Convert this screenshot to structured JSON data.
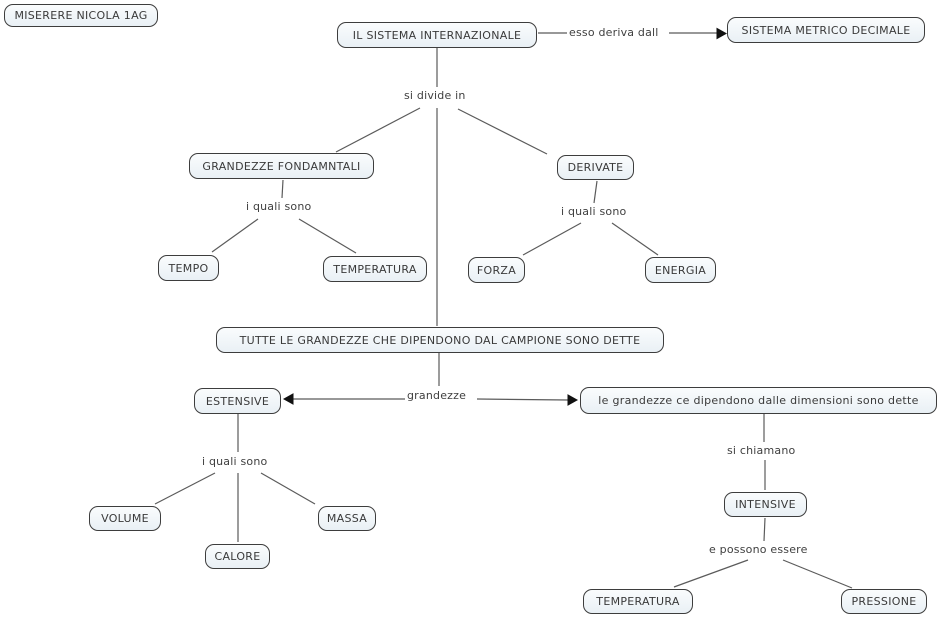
{
  "colors": {
    "background": "#ffffff",
    "node_fill": "#e9f0f5",
    "node_fill_top": "#fafcfd",
    "node_border": "#3d3d3d",
    "node_text": "#3a3a3a",
    "line": "#5b5b5b",
    "label_text": "#3f3f3f",
    "arrow": "#111111"
  },
  "nodes": {
    "author": {
      "label": "MISERERE NICOLA 1AG"
    },
    "sistema_internazionale": {
      "label": "IL SISTEMA INTERNAZIONALE"
    },
    "sistema_metrico": {
      "label": "SISTEMA METRICO DECIMALE"
    },
    "grandezze_fondamntali": {
      "label": "GRANDEZZE FONDAMNTALI"
    },
    "derivate": {
      "label": "DERIVATE"
    },
    "tempo": {
      "label": "TEMPO"
    },
    "temperatura_fondamentale": {
      "label": "TEMPERATURA"
    },
    "forza": {
      "label": "FORZA"
    },
    "energia": {
      "label": "ENERGIA"
    },
    "tutte_le_grandezze": {
      "label": "TUTTE LE GRANDEZZE CHE DIPENDONO DAL CAMPIONE SONO DETTE"
    },
    "estensive": {
      "label": "ESTENSIVE"
    },
    "le_grandezze_dimensioni": {
      "label": "le grandezze ce dipendono dalle dimensioni sono dette"
    },
    "volume": {
      "label": "VOLUME"
    },
    "calore": {
      "label": "CALORE"
    },
    "massa": {
      "label": "MASSA"
    },
    "intensive": {
      "label": "INTENSIVE"
    },
    "temperatura_intensiva": {
      "label": "TEMPERATURA"
    },
    "pressione": {
      "label": "PRESSIONE"
    }
  },
  "links": {
    "esso_deriva": {
      "label": "esso deriva dall"
    },
    "si_divide_in": {
      "label": "si divide in"
    },
    "i_quali_sono_fondamentali": {
      "label": "i quali sono"
    },
    "i_quali_sono_derivate": {
      "label": "i quali sono"
    },
    "grandezze": {
      "label": "grandezze"
    },
    "i_quali_sono_estensive": {
      "label": "i quali sono"
    },
    "si_chiamano": {
      "label": "si chiamano"
    },
    "e_possono_essere": {
      "label": "e possono essere"
    }
  }
}
